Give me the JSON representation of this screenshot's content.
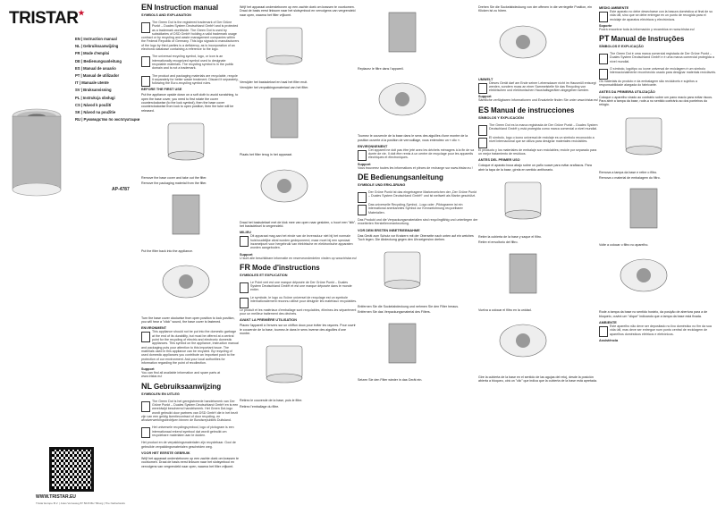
{
  "brand": "TRISTAR",
  "model": "AP-4787",
  "languages": [
    "EN | Instruction manual",
    "NL | Gebruiksaanwijzing",
    "FR | Mode d'emploi",
    "DE | Bedienungsanleitung",
    "ES | Manual de usuario",
    "PT | Manual de utilizador",
    "IT | Manuale utente",
    "SV | Bruksanvisning",
    "PL | Instrukcja obsługi",
    "CS | Návod k použití",
    "SK | Návod na použitie",
    "RU | Руководство по эксплуатации"
  ],
  "website": "WWW.TRISTAR.EU",
  "address": "Tristar Europe B.V. | Jules Verneweg 87 5015 BH Tilburg | The Netherlands",
  "en": {
    "title": "Instruction manual",
    "code": "EN",
    "symbols": "SYMBOLS AND EXPLANATION",
    "s1": "The Green Dot is the registered trademark of Der Grüne Punkt – Duales System Deutschland GmbH and is protected as a trademark worldwide. The Green Dot is used by subsidiaries of DSD GmbH holding a valid trademark usage contract or by recycling and waste management companies within the Federal Republic of Germany. This logo signals to manufacturers of the logo by third parties is a deficiency, as is incorporation of an electronic database containing a reference to the logo.",
    "s2": "The universal recycling symbol, logo, or icon is an internationally recognized symbol used to designate recyclable materials. The recycling symbol is in the public domain and is not a trademark.",
    "s3": "The product and packaging materials are recyclable, recycle it separately for better waste treatment. Discard it separately, following the Euro-recycling symbol rules.",
    "before": "BEFORE THE FIRST USE",
    "b1": "Put the appliance upside down on a soft cloth to avoid scratching, to open the base cover, you need to first rotate the cover counterclockwise (to the lock symbol), then the base cover counterclockwise from lock to open position, then the tube will be released.",
    "step1": "Remove the base cover and take out the filter.",
    "step2": "Remove the packaging material from the filter.",
    "step3": "Put the filter back into the appliance.",
    "step4": "Turn the base cover clockwise from open position to lock position, you will hear a \"click\" sound, the base cover is fastened.",
    "env": "ENVIRONMENT",
    "env1": "This appliance should not be put into the domestic garbage at the end of its durability, but must be offered at a central point for the recycling of electric and electronic domestic appliances. This symbol on the appliance, instruction manual and packaging puts your attention to this important issue. The materials used in this appliance can be recycled. By recycling of used domestic appliances you contribute an important push to the protection of our environment. Ask your local authorities for information regarding the point of recollection.",
    "support": "Support",
    "support1": "You can find all available information and spare parts at www.tristar.eu!"
  },
  "nl": {
    "title": "Gebruiksaanwijzing",
    "code": "NL",
    "symbols": "SYMBOLEN EN UITLEG",
    "s1": "The Green Dot is het geregistreerde handelsmerk van Der Grüne Punkt – Duales System Deutschland GmbH en is een wereldwijd beschermd handelsmerk. Het Green Dot-logo wordt gebruikt door partners van DSD GmbH die in het bezit zijn van een geldig licentiecontract of door recycling- en afvalverwerkingsbedrijven binnen de Bondsrepubliek Duitsland.",
    "s2": "Het universele recyclingsymbool, logo of pictogram is een internationaal erkend symbool dat wordt gebruikt om recyclebare materialen aan te duiden.",
    "s3": "Het product en de verpakkingsmaterialen zijn recyclebaar. Gooi de gebruikte verpakkingsmaterialen gescheiden weg.",
    "before": "VOOR HET EERSTE GEBRUIK",
    "b1": "Wrijf het apparaat ondersteboven op een zachte doek om krassen te voorkomen. Draai de basis eerst linksom naar het slotsymbool en vervolgens van vergrendeld naar open, waarna het filter vrijkomt.",
    "step1": "Verwijder het basisdeksel en haal het filter eruit.",
    "step2": "Verwijder het verpakkingsmateriaal van het filter.",
    "step3": "Plaats het filter terug in het apparaat.",
    "step4": "Draai het basisdeksel met de klok mee van open naar gesloten, u hoort een \"klik\", het basisdeksel is vergrendeld.",
    "env": "MILIEU",
    "env1": "Dit apparaat mag aan het einde van de levensduur niet bij het normale huishoudelijke afval worden gedeponeerd, maar moet bij een speciaal inzamelpunt voor hergebruik van elektrische en elektronische apparaten worden aangeboden.",
    "support": "Support",
    "support1": "U kunt alle beschikbare informatie en reserveonderdelen vinden op www.tristar.eu!"
  },
  "fr": {
    "title": "Mode d'instructions",
    "code": "FR",
    "symbols": "SYMBOLES ET EXPLICATION",
    "s1": "Le Point vert est une marque déposée de Der Grüne Punkt – Duales System Deutschland GmbH et est une marque déposée dans le monde entier.",
    "s2": "Le symbole, le logo ou l'icône universel de recyclage est un symbole internationalement reconnu utilisé pour désigner les matériaux recyclables.",
    "s3": "Le produit et les matériaux d'emballage sont recyclables, éliminez-les séparément pour un meilleur traitement des déchets.",
    "before": "AVANT LA PREMIÈRE UTILISATION",
    "b1": "Placez l'appareil à l'envers sur un chiffon doux pour éviter les rayures. Pour ouvrir le couvercle de la base, tournez-le dans le sens inverse des aiguilles d'une montre.",
    "step1": "Retirez le couvercle de la base, puis le filtre.",
    "step2": "Retirez l'emballage du filtre.",
    "step3": "Replacez le filtre dans l'appareil.",
    "step4": "Tournez le couvercle de la base dans le sens des aiguilles d'une montre de la position ouverte à la position de verrouillage, vous entendrez un « clic ».",
    "env": "ENVIRONNEMENT",
    "env1": "Cet appareil ne doit pas être jeté avec les déchets ménagers à la fin de sa durée de vie. Il doit être remis à un centre de recyclage pour les appareils électriques et électroniques.",
    "support": "Support",
    "support1": "Vous trouverez toutes les informations et pièces de rechange sur www.tristar.eu !"
  },
  "de": {
    "title": "Bedienungsanleitung",
    "code": "DE",
    "symbols": "SYMBOLE UND ERKLÄRUNG",
    "s1": "Der Grüne Punkt ist das eingetragene Markenzeichen der „Der Grüne Punkt – Duales System Deutschland GmbH“ und ist weltweit als Marke geschützt.",
    "s2": "Das universelle Recycling-Symbol, -Logo oder -Piktogramm ist ein international anerkanntes Symbol zur Kennzeichnung recycelbarer Materialien.",
    "s3": "Das Produkt und die Verpackungsmaterialien sind recyclingfähig und unterliegen der erweiterten Herstellerverantwortung.",
    "before": "VOR DEM ERSTEN INBETRIEBNAHME",
    "b1": "Das Gerät zum Schutz vor Kratzern mit der Oberseite nach unten auf ein weiches Tuch legen. Die Abdeckung gegen den Uhrzeigersinn drehen.",
    "step1": "Entfernen Sie die Sockelabdeckung und nehmen Sie den Filter heraus.",
    "step2": "Entfernen Sie das Verpackungsmaterial des Filters.",
    "step3": "Setzen Sie den Filter wieder in das Gerät ein.",
    "step4": "Drehen Sie die Sockelabdeckung von der offenen in die verriegelte Position, ein Klicken ist zu hören.",
    "env": "UMWELT",
    "env1": "Dieses Gerät darf am Ende seiner Lebensdauer nicht im Hausmüll entsorgt werden, sondern muss an einer Sammelstelle für das Recycling von elektrischen und elektronischen Haushaltsgeräten abgegeben werden.",
    "support": "Support",
    "support1": "Sämtliche verfügbaren Informationen und Ersatzteile finden Sie unter www.tristar.eu!"
  },
  "es": {
    "title": "Manual de instrucciones",
    "code": "ES",
    "symbols": "SÍMBOLOS Y EXPLICACIÓN",
    "s1": "The Green Dot es la marca registrada de Der Grüne Punkt – Duales System Deutschland GmbH y está protegida como marca comercial a nivel mundial.",
    "s2": "El símbolo, logo o icono universal de reciclaje es un símbolo reconocido a nivel internacional que se utiliza para designar materiales reciclables.",
    "s3": "El producto y los materiales de embalaje son reciclables; recicle por separado para un mejor tratamiento de residuos.",
    "before": "ANTES DEL PRIMER USO",
    "b1": "Coloque el aparato boca abajo sobre un paño suave para evitar arañazos. Para abrir la tapa de la base, gírela en sentido antihorario.",
    "step1": "Retire la cubierta de la base y saque el filtro.",
    "step2": "Retire el envoltorio del filtro.",
    "step3": "Vuelva a colocar el filtro en la unidad.",
    "step4": "Gire la cubierta de la base en el sentido de las agujas del reloj, desde la posición abierta a bloqueo, oirá un \"clic\" que indica que la cubierta de la base está apretada.",
    "env": "MEDIO AMBIENTE",
    "env1": "Este aparato no debe desecharse con la basura doméstica al final de su vida útil, sino que se debe entregar en un punto de recogida para el reciclaje de aparatos eléctricos y electrónicos.",
    "support": "Soporte",
    "support1": "Podrá encontrar toda la información y recambios en www.tristar.eu!"
  },
  "pt": {
    "title": "Manual de Instruções",
    "code": "PT",
    "symbols": "SÍMBOLOS E EXPLICAÇÃO",
    "s1": "The Green Dot é uma marca comercial registada de Der Grüne Punkt – Duales System Deutschland GmbH e é uma marca comercial protegida a nível mundial.",
    "s2": "O símbolo, logótipo ou ícone universal de reciclagem é um símbolo internacionalmente reconhecido usado para designar materiais recicláveis.",
    "s3": "Os materiais do produto e da embalagem são recicláveis e sujeitos a responsabilidade alargada do fabricante.",
    "before": "ANTES DA PRIMEIRA UTILIZAÇÃO",
    "b1": "Coloque o aparelho virado ao contrário sobre um pano macio para evitar riscos. Para abrir a tampa da base, rode-a no sentido contrário ao dos ponteiros do relógio.",
    "step1": "Remova a tampa da base e retire o filtro.",
    "step2": "Remova o material de embalagem do filtro.",
    "step3": "Volte a colocar o filtro no aparelho.",
    "step4": "Rode a tampa da base no sentido horário, da posição de abertura para a de bloqueio, ouvirá um \"clique\" indicando que a tampa da base está fixada.",
    "env": "AMBIENTE",
    "env1": "Este aparelho não deve ser depositado no lixo doméstico no fim da sua vida útil, mas deve ser entregue num ponto central de reciclagem de aparelhos domésticos elétricos e eletrónicos.",
    "support": "Assistência",
    "support1": ""
  }
}
